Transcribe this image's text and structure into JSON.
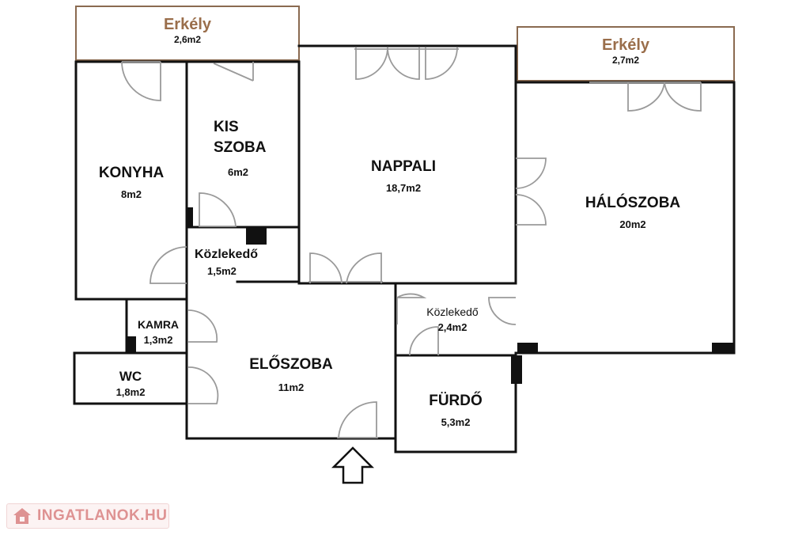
{
  "rooms": {
    "balcony_left": {
      "name": "Erkély",
      "area": "2,6m2"
    },
    "balcony_right": {
      "name": "Erkély",
      "area": "2,7m2"
    },
    "kitchen": {
      "name": "KONYHA",
      "area": "8m2"
    },
    "small_room": {
      "name_line1": "KIS",
      "name_line2": "SZOBA",
      "area": "6m2"
    },
    "living_room": {
      "name": "NAPPALI",
      "area": "18,7m2"
    },
    "bedroom": {
      "name": "HÁLÓSZOBA",
      "area": "20m2"
    },
    "corridor_left": {
      "name": "Közlekedő",
      "area": "1,5m2"
    },
    "corridor_right": {
      "name": "Közlekedő",
      "area": "2,4m2"
    },
    "pantry": {
      "name": "KAMRA",
      "area": "1,3m2"
    },
    "wc": {
      "name": "WC",
      "area": "1,8m2"
    },
    "hall": {
      "name": "ELŐSZOBA",
      "area": "11m2"
    },
    "bathroom": {
      "name": "FÜRDŐ",
      "area": "5,3m2"
    }
  },
  "watermark": {
    "text": "INGATLANOK.HU"
  },
  "colors": {
    "wall": "#111111",
    "balcony_label": "#9a6e4b",
    "door": "#9a9a9a",
    "watermark": "#c43a3a"
  }
}
